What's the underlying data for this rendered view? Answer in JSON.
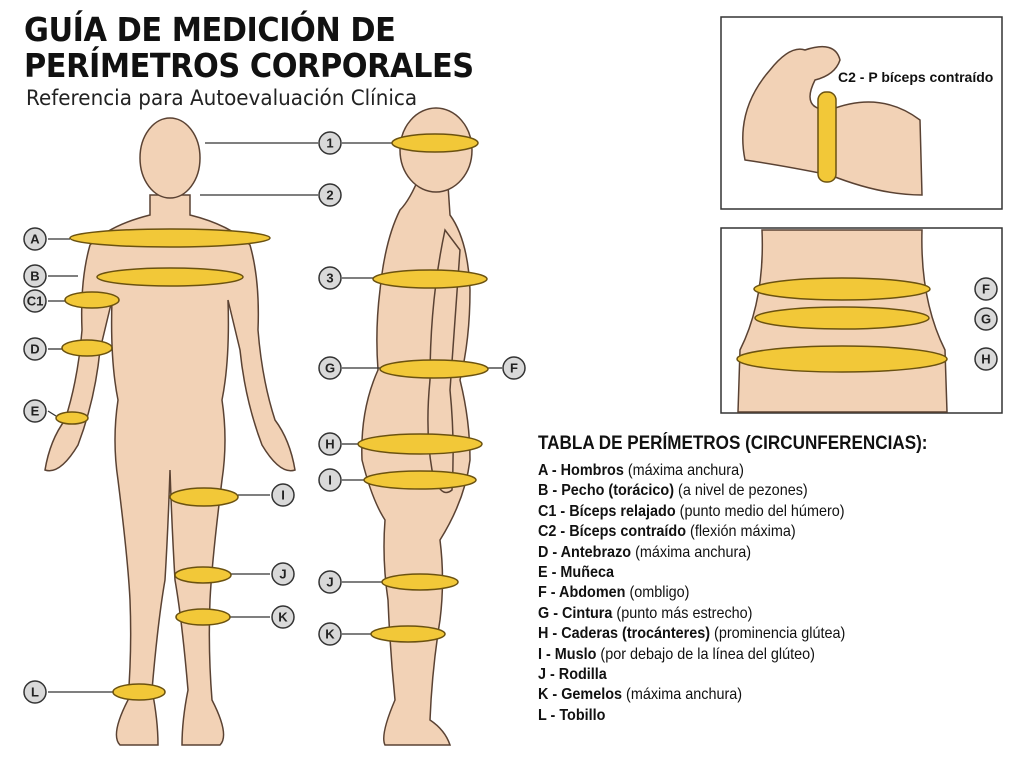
{
  "header": {
    "title_line1": "GUÍA DE MEDICIÓN DE",
    "title_line2": "PERÍMETROS CORPORALES",
    "subtitle": "Referencia para Autoevaluación Clínica"
  },
  "markers": {
    "A": "A",
    "B": "B",
    "C1": "C1",
    "D": "D",
    "E": "E",
    "F": "F",
    "G": "G",
    "H": "H",
    "I": "I",
    "J": "J",
    "K": "K",
    "L": "L",
    "n1": "1",
    "n2": "2",
    "n3": "3"
  },
  "inset_biceps": {
    "label": "C2 - P bíceps contraído"
  },
  "table": {
    "title": "TABLA DE PERÍMETROS (CIRCUNFERENCIAS):",
    "rows": [
      {
        "code": "A - Hombros",
        "note": " (máxima anchura)"
      },
      {
        "code": "B - Pecho (torácico)",
        "note": " (a nivel de pezones)"
      },
      {
        "code": "C1 - Bíceps relajado",
        "note": " (punto medio del húmero)"
      },
      {
        "code": "C2 - Bíceps contraído",
        "note": " (flexión máxima)"
      },
      {
        "code": "D - Antebrazo",
        "note": " (máxima anchura)"
      },
      {
        "code": "E - Muñeca",
        "note": ""
      },
      {
        "code": "F - Abdomen",
        "note": " (ombligo)"
      },
      {
        "code": "G - Cintura",
        "note": " (punto más estrecho)"
      },
      {
        "code": "H - Caderas (trocánteres)",
        "note": " (prominencia glútea)"
      },
      {
        "code": "I - Muslo",
        "note": " (por debajo de la línea del glúteo)"
      },
      {
        "code": "J - Rodilla",
        "note": ""
      },
      {
        "code": "K - Gemelos",
        "note": " (máxima anchura)"
      },
      {
        "code": "L - Tobillo",
        "note": ""
      }
    ]
  },
  "colors": {
    "skin": "#f2d2b6",
    "skin_outline": "#5a4233",
    "tape": "#f2c838",
    "tape_outline": "#6b5210",
    "marker_fill": "#d9d9d9"
  }
}
